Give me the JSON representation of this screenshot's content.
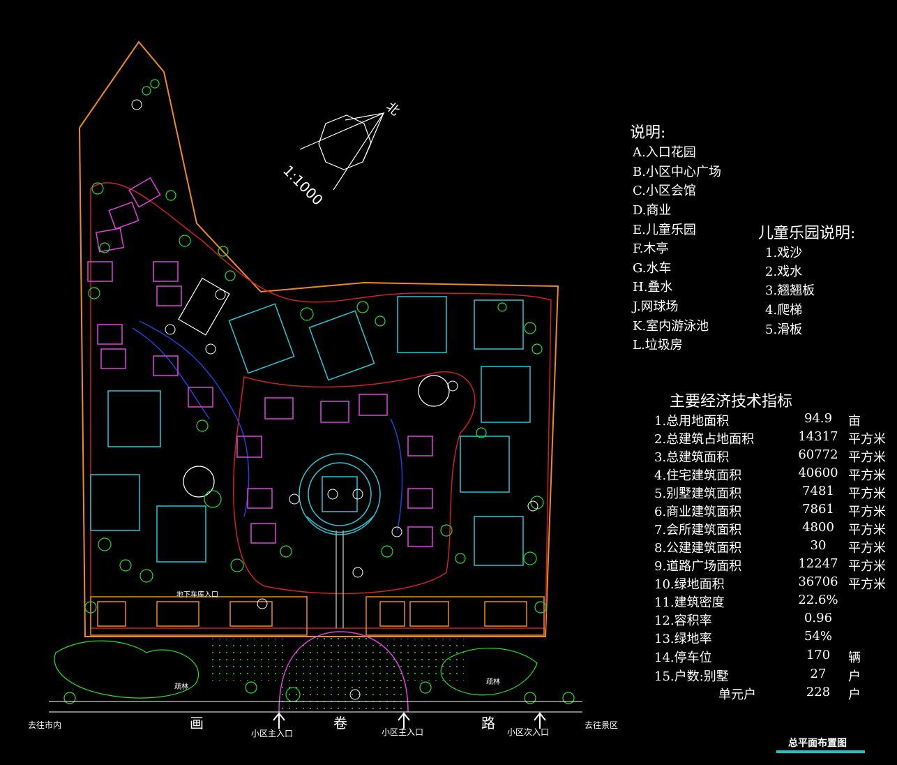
{
  "title_bar": "",
  "legend": {
    "title": "说明:",
    "items": [
      "A.入口花园",
      "B.小区中心广场",
      "C.小区会馆",
      "D.商业",
      "E.儿童乐园",
      "F.木亭",
      "G.水车",
      "H.叠水",
      "J.网球场",
      "K.室内游泳池",
      "L.垃圾房"
    ]
  },
  "kids_legend": {
    "title": "儿童乐园说明:",
    "items": [
      "1.戏沙",
      "2.戏水",
      "3.翘翘板",
      "4.爬梯",
      "5.滑板"
    ]
  },
  "indicators": {
    "title": "主要经济技术指标",
    "rows": [
      {
        "label": "1.总用地面积",
        "value": "94.9",
        "unit": "亩"
      },
      {
        "label": "2.总建筑占地面积",
        "value": "14317",
        "unit": "平方米"
      },
      {
        "label": "3.总建筑面积",
        "value": "60772",
        "unit": "平方米"
      },
      {
        "label": "4.住宅建筑面积",
        "value": "40600",
        "unit": "平方米"
      },
      {
        "label": "5.别墅建筑面积",
        "value": "7481",
        "unit": "平方米"
      },
      {
        "label": "6.商业建筑面积",
        "value": "7861",
        "unit": "平方米"
      },
      {
        "label": "7.会所建筑面积",
        "value": "4800",
        "unit": "平方米"
      },
      {
        "label": "8.公建建筑面积",
        "value": "30",
        "unit": "平方米"
      },
      {
        "label": "9.道路广场面积",
        "value": "12247",
        "unit": "平方米"
      },
      {
        "label": "10.绿地面积",
        "value": "36706",
        "unit": "平方米"
      },
      {
        "label": "11.建筑密度",
        "value": "22.6%",
        "unit": ""
      },
      {
        "label": "12.容积率",
        "value": "0.96",
        "unit": ""
      },
      {
        "label": "13.绿地率",
        "value": "54%",
        "unit": ""
      },
      {
        "label": "14.停车位",
        "value": "170",
        "unit": "辆"
      },
      {
        "label": "15.户数:别墅",
        "value": "27",
        "unit": "户"
      },
      {
        "label": "单元户",
        "value": "228",
        "unit": "户"
      }
    ]
  },
  "compass": {
    "north_label": "北",
    "scale": "1:1000"
  },
  "road": {
    "chars": [
      "画",
      "卷",
      "路"
    ]
  },
  "directions": {
    "left": "去往市内",
    "right": "去往景区"
  },
  "entrances": {
    "main1": "小区主入口",
    "main2": "小区主入口",
    "secondary": "小区次入口"
  },
  "plan_labels": {
    "garage": "地下车库入口",
    "forest_left": "疏林",
    "forest_right": "疏林"
  },
  "colors": {
    "background": "#000000",
    "boundary": "#f08a1a",
    "villa": "#e040e0",
    "apartment": "#20c8d8",
    "tree": "#20e020",
    "water": "#2040e0",
    "road": "#d02020",
    "caption_underline": "#13c6d0"
  },
  "caption": "总平面布置图"
}
